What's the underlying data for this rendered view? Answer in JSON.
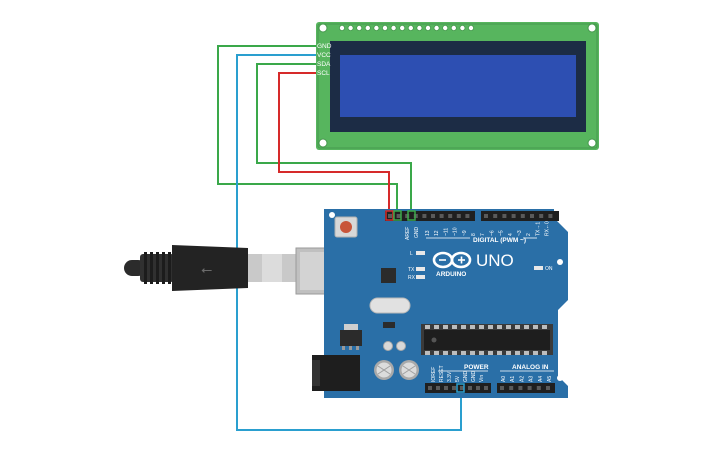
{
  "lcd": {
    "pins": [
      "GND",
      "VCC",
      "SDA",
      "SCL"
    ]
  },
  "board": {
    "model": "UNO",
    "brand": "ARDUINO",
    "digital_label": "DIGITAL (PWM ~)",
    "power_label": "POWER",
    "analog_label": "ANALOG IN",
    "led_l": "L",
    "led_tx": "TX",
    "led_rx": "RX",
    "led_on": "ON",
    "aref_label": "AREF",
    "gnd_label": "GND",
    "digital_pins": [
      "13",
      "12",
      "~11",
      "~10",
      "~9",
      "8",
      "7",
      "~6",
      "~5",
      "4",
      "~3",
      "2",
      "TX→1",
      "RX←0"
    ],
    "power_pins": [
      "IOREF",
      "RESET",
      "3.3V",
      "5V",
      "GND",
      "GND",
      "Vin"
    ],
    "analog_pins": [
      "A0",
      "A1",
      "A2",
      "A3",
      "A4",
      "A5"
    ]
  },
  "colors": {
    "lcd_pcb": "#57b55e",
    "lcd_screen": "#2d4fb2",
    "board": "#2a6fa7",
    "wire_gnd": "#3aa84a",
    "wire_vcc": "#2a9fcf",
    "wire_sda": "#3aa84a",
    "wire_scl": "#d62a2a"
  }
}
